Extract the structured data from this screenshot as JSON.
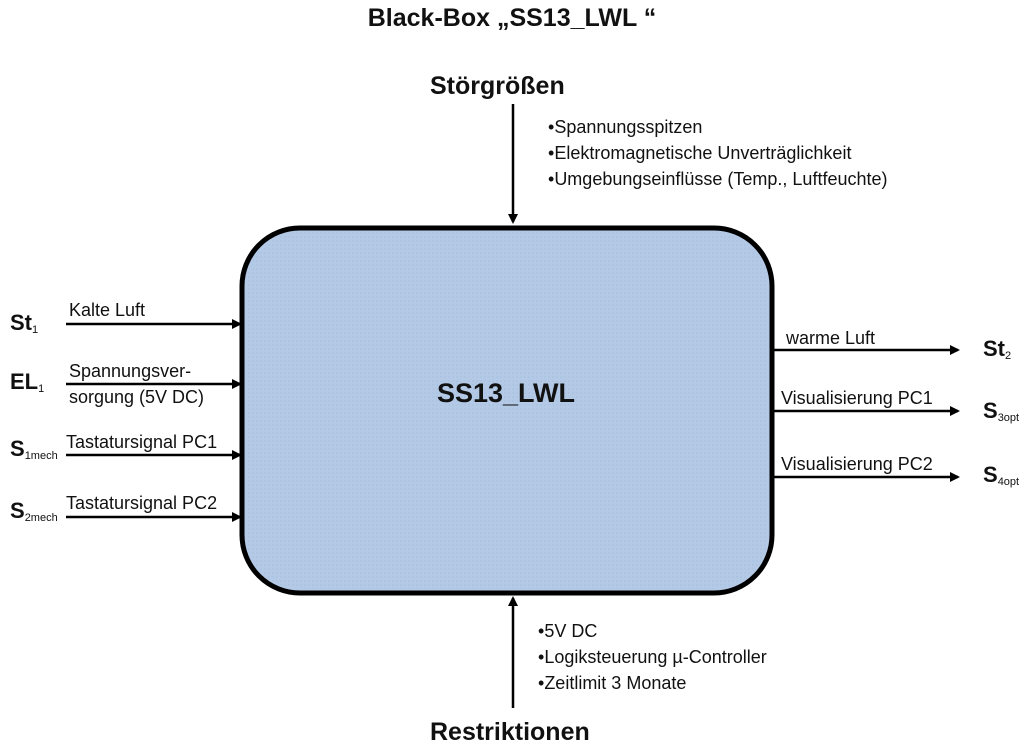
{
  "title": "Black-Box „SS13_LWL “",
  "disturbances": {
    "heading": "Störgrößen",
    "items": [
      "Spannungsspitzen",
      "Elektromagnetische Unverträglichkeit",
      "Umgebungseinflüsse (Temp., Luftfeuchte)"
    ]
  },
  "restrictions": {
    "heading": "Restriktionen",
    "items": [
      "5V DC",
      "Logiksteuerung µ-Controller",
      "Zeitlimit 3 Monate"
    ]
  },
  "box": {
    "label": "SS13_LWL",
    "fill": "#b3c9e6",
    "stroke": "#000000"
  },
  "inputs": [
    {
      "symbol": "St",
      "sub": "1",
      "label_line1": "Kalte Luft",
      "label_line2": ""
    },
    {
      "symbol": "EL",
      "sub": "1",
      "label_line1": "Spannungsver-",
      "label_line2": "sorgung (5V DC)"
    },
    {
      "symbol": "S",
      "sub": "1mech",
      "label_line1": "Tastatursignal PC1",
      "label_line2": ""
    },
    {
      "symbol": "S",
      "sub": "2mech",
      "label_line1": "Tastatursignal PC2",
      "label_line2": ""
    }
  ],
  "outputs": [
    {
      "symbol": "St",
      "sub": "2",
      "label": "warme Luft"
    },
    {
      "symbol": "S",
      "sub": "3opt",
      "label": "Visualisierung PC1"
    },
    {
      "symbol": "S",
      "sub": "4opt",
      "label": "Visualisierung PC2"
    }
  ]
}
